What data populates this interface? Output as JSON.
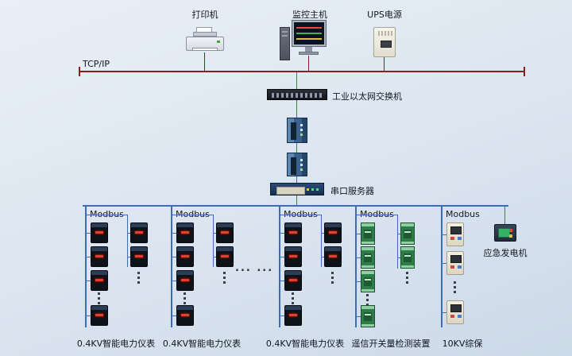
{
  "diagram": {
    "tcp_label": "TCP/IP",
    "group_ellipsis": "... ..."
  },
  "top_devices": {
    "printer": {
      "label": "打印机"
    },
    "monitor": {
      "label": "监控主机"
    },
    "ups": {
      "label": "UPS电源"
    }
  },
  "network": {
    "switch_label": "工业以太网交换机",
    "serial_server_label": "串口服务器"
  },
  "groups": [
    {
      "bus": "Modbus",
      "label": "0.4KV智能电力仪表"
    },
    {
      "bus": "Modbus",
      "label": "0.4KV智能电力仪表"
    },
    {
      "bus": "Modbus",
      "label": "0.4KV智能电力仪表"
    },
    {
      "bus": "Modbus",
      "label": "遥信开关量检测装置"
    },
    {
      "bus": "Modbus",
      "label": "10KV综保"
    }
  ],
  "generator": {
    "label": "应急发电机"
  },
  "colors": {
    "bus_red": "#8b1d1d",
    "bus_blue": "#3e6db5",
    "background_top": "#e9eff6",
    "background_bottom": "#ccd9e8"
  }
}
